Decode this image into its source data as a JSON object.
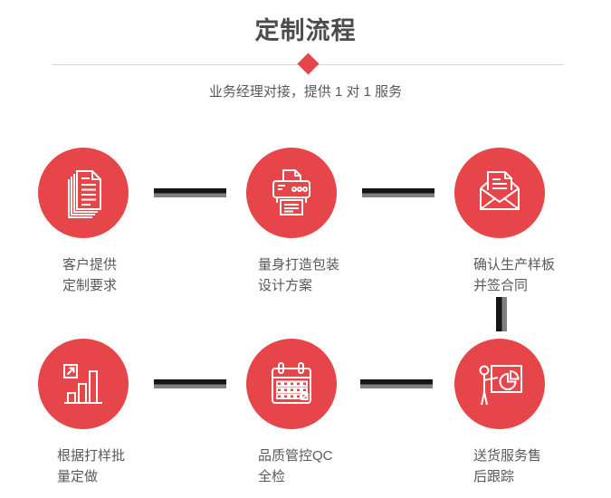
{
  "header": {
    "title": "定制流程",
    "subtitle": "业务经理对接，提供 1 对 1 服务"
  },
  "steps": [
    {
      "icon": "documents-icon",
      "lines": [
        "客户提供",
        "定制要求"
      ]
    },
    {
      "icon": "printer-icon",
      "lines": [
        "量身打造包装",
        "设计方案"
      ]
    },
    {
      "icon": "envelope-icon",
      "lines": [
        "确认生产样板",
        "并签合同"
      ]
    },
    {
      "icon": "bar-chart-icon",
      "lines": [
        "根据打样批",
        "量定做"
      ]
    },
    {
      "icon": "calendar-icon",
      "lines": [
        "品质管控QC",
        "全检"
      ]
    },
    {
      "icon": "presentation-icon",
      "lines": [
        "送货服务售",
        "后跟踪"
      ]
    }
  ],
  "colors": {
    "accent_red": "#e6454a",
    "title_text": "#4c4c4c",
    "body_text": "#595959",
    "divider": "#d6d6d6",
    "connector_dark": "#161616",
    "connector_gray": "#7f7f7f"
  }
}
